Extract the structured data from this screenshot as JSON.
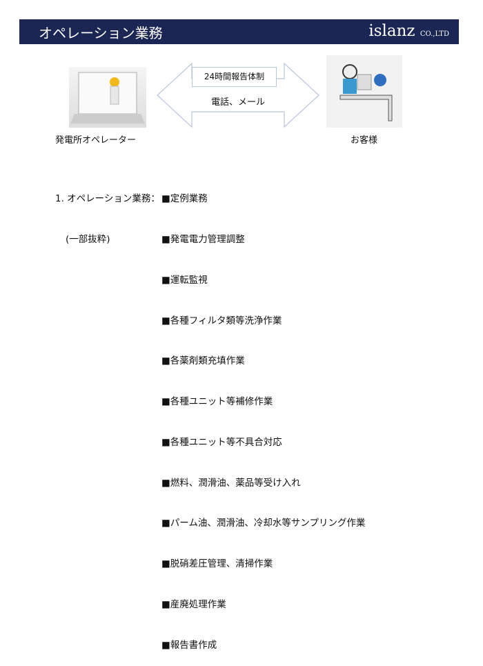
{
  "header": {
    "title": "オペレーション業務",
    "logo": "islanz",
    "logo_suffix": "CO.,LTD"
  },
  "diagram": {
    "left_label": "発電所オペレーター",
    "right_label": "お客様",
    "box_label": "24時間報告体制",
    "arrow_label": "電話、メール"
  },
  "section": {
    "heading": "1. オペレーション業務：",
    "subheading": "(一部抜粋)",
    "items": [
      "■定例業務",
      "■発電電力管理調整",
      "■運転監視",
      "■各種フィルタ類等洗浄作業",
      "■各薬剤類充填作業",
      "■各種ユニット等補修作業",
      "■各種ユニット等不具合対応",
      "■燃料、潤滑油、薬品等受け入れ",
      "■パーム油、潤滑油、冷却水等サンプリング作業",
      "■脱硝差圧管理、清掃作業",
      "■産廃処理作業",
      "■報告書作成"
    ]
  }
}
